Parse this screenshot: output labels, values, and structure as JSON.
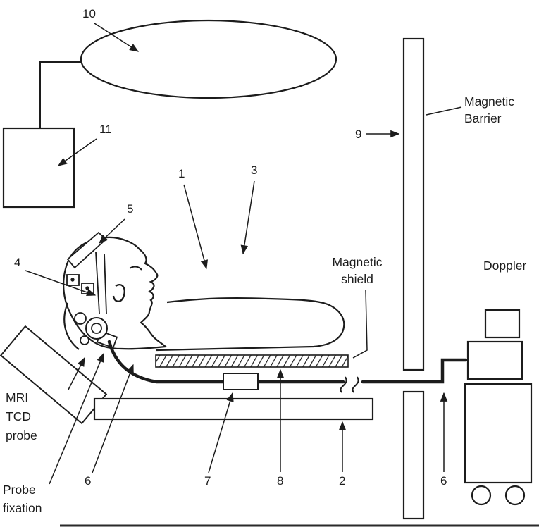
{
  "colors": {
    "ink": "#1c1c1c",
    "background": "#ffffff"
  },
  "diagram": {
    "numbers": {
      "n1": "1",
      "n2": "2",
      "n3": "3",
      "n4": "4",
      "n5": "5",
      "n6_left": "6",
      "n6_right": "6",
      "n7": "7",
      "n8": "8",
      "n9": "9",
      "n10": "10",
      "n11": "11"
    },
    "labels": {
      "magnetic_barrier_line1": "Magnetic",
      "magnetic_barrier_line2": "Barrier",
      "magnetic_shield_line1": "Magnetic",
      "magnetic_shield_line2": "shield",
      "doppler": "Doppler",
      "mri_tcd_probe_line1": "MRI",
      "mri_tcd_probe_line2": "TCD",
      "mri_tcd_probe_line3": "probe",
      "probe_fixation_line1": "Probe",
      "probe_fixation_line2": "fixation"
    }
  }
}
